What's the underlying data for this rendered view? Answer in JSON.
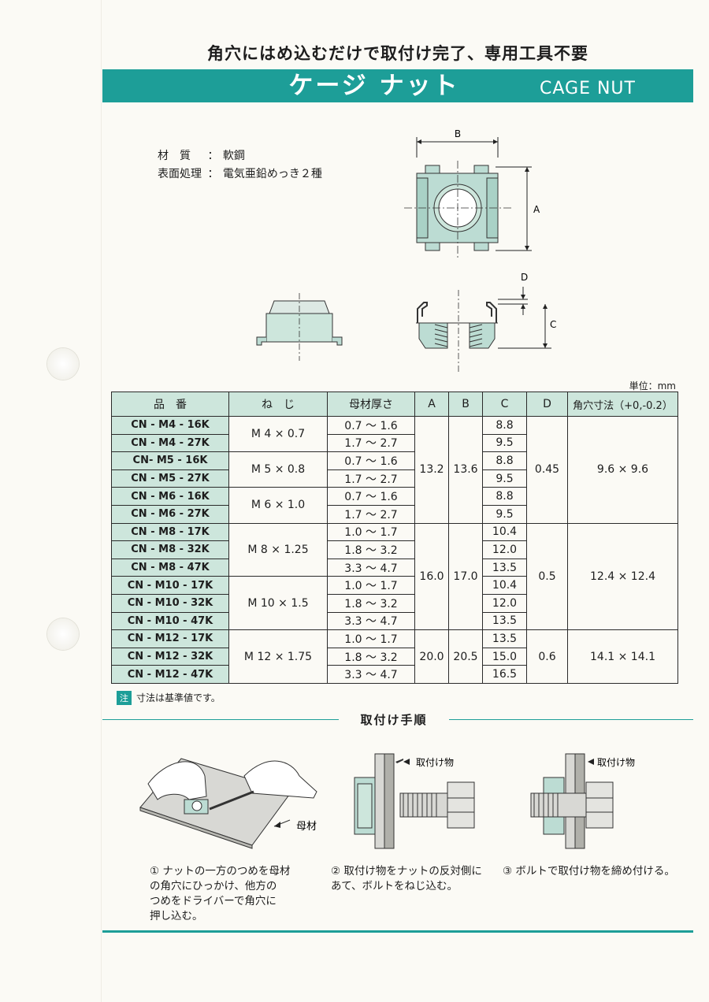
{
  "header": {
    "tagline": "角穴にはめ込むだけで取付け完了、専用工具不要",
    "title_jp": "ケージ ナット",
    "title_en": "CAGE NUT"
  },
  "specs": {
    "material_label": "材　質",
    "material_value": "軟鋼",
    "finish_label": "表面処理",
    "finish_value": "電気亜鉛めっき２種",
    "separator": "："
  },
  "drawing": {
    "dim_a": "A",
    "dim_b": "B",
    "dim_c": "C",
    "dim_d": "D"
  },
  "table": {
    "unit": "単位：mm",
    "headers": [
      "品　番",
      "ね　じ",
      "母材厚さ",
      "A",
      "B",
      "C",
      "D",
      "角穴寸法（+0,-0.2）"
    ],
    "rows": [
      {
        "pn": "CN - M4 - 16K",
        "thickness": "0.7 〜 1.6",
        "c": "8.8"
      },
      {
        "pn": "CN - M4 - 27K",
        "thickness": "1.7 〜 2.7",
        "c": "9.5"
      },
      {
        "pn": "CN- M5 - 16K",
        "thickness": "0.7 〜 1.6",
        "c": "8.8"
      },
      {
        "pn": "CN - M5 - 27K",
        "thickness": "1.7 〜 2.7",
        "c": "9.5"
      },
      {
        "pn": "CN - M6 - 16K",
        "thickness": "0.7 〜 1.6",
        "c": "8.8"
      },
      {
        "pn": "CN - M6 - 27K",
        "thickness": "1.7 〜 2.7",
        "c": "9.5"
      },
      {
        "pn": "CN - M8 - 17K",
        "thickness": "1.0 〜 1.7",
        "c": "10.4"
      },
      {
        "pn": "CN - M8 - 32K",
        "thickness": "1.8 〜 3.2",
        "c": "12.0"
      },
      {
        "pn": "CN - M8 - 47K",
        "thickness": "3.3 〜 4.7",
        "c": "13.5"
      },
      {
        "pn": "CN - M10 - 17K",
        "thickness": "1.0 〜 1.7",
        "c": "10.4"
      },
      {
        "pn": "CN - M10 - 32K",
        "thickness": "1.8 〜 3.2",
        "c": "12.0"
      },
      {
        "pn": "CN - M10 - 47K",
        "thickness": "3.3 〜 4.7",
        "c": "13.5"
      },
      {
        "pn": "CN - M12 - 17K",
        "thickness": "1.0 〜 1.7",
        "c": "13.5"
      },
      {
        "pn": "CN - M12 - 32K",
        "thickness": "1.8 〜 3.2",
        "c": "15.0"
      },
      {
        "pn": "CN - M12 - 47K",
        "thickness": "3.3 〜 4.7",
        "c": "16.5"
      }
    ],
    "threads": [
      "M 4 × 0.7",
      "M 5 × 0.8",
      "M 6 × 1.0",
      "M 8 × 1.25",
      "M 10 × 1.5",
      "M 12 × 1.75"
    ],
    "groups": [
      {
        "a": "13.2",
        "b": "13.6",
        "d": "0.45",
        "hole": "9.6 × 9.6"
      },
      {
        "a": "16.0",
        "b": "17.0",
        "d": "0.5",
        "hole": "12.4 × 12.4"
      },
      {
        "a": "20.0",
        "b": "20.5",
        "d": "0.6",
        "hole": "14.1 × 14.1"
      }
    ]
  },
  "note": {
    "tag": "注",
    "text": "寸法は基準値です。"
  },
  "procedure": {
    "title": "取付け手順",
    "label_base": "母材",
    "label_fixture": "取付け物",
    "label_fixture2": "取付け物",
    "steps": [
      "① ナットの一方のつめを母材\nの角穴にひっかけ、他方の\nつめをドライバーで角穴に\n押し込む。",
      "② 取付け物をナットの反対側に\nあて、ボルトをねじ込む。",
      "③ ボルトで取付け物を締め付ける。"
    ]
  },
  "colors": {
    "accent": "#1d9e98",
    "cell_tint": "#cde6dc",
    "part_fill": "#bcdcd3"
  }
}
